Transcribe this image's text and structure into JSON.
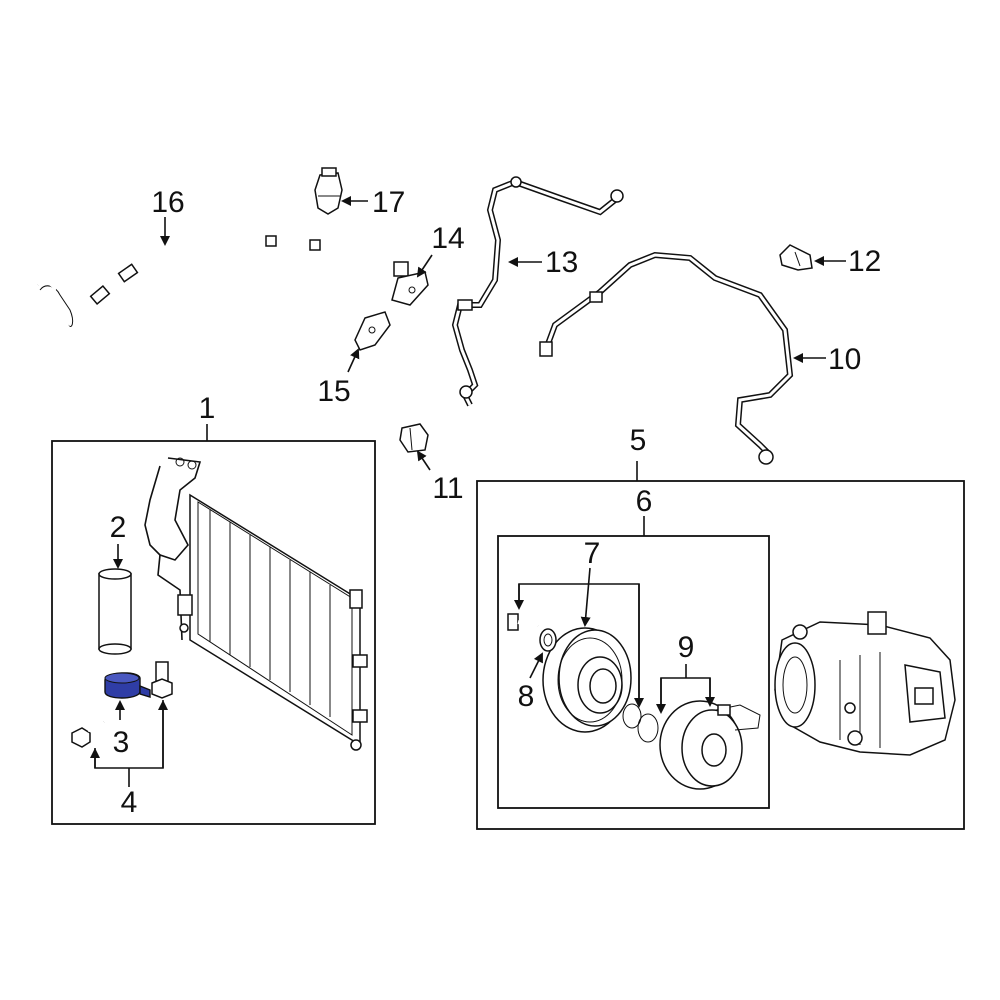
{
  "diagram": {
    "callouts": [
      {
        "id": "1",
        "text": "1"
      },
      {
        "id": "2",
        "text": "2"
      },
      {
        "id": "3",
        "text": "3"
      },
      {
        "id": "4",
        "text": "4"
      },
      {
        "id": "5",
        "text": "5"
      },
      {
        "id": "6",
        "text": "6"
      },
      {
        "id": "7",
        "text": "7"
      },
      {
        "id": "8",
        "text": "8"
      },
      {
        "id": "9",
        "text": "9"
      },
      {
        "id": "10",
        "text": "10"
      },
      {
        "id": "11",
        "text": "11"
      },
      {
        "id": "12",
        "text": "12"
      },
      {
        "id": "13",
        "text": "13"
      },
      {
        "id": "14",
        "text": "14"
      },
      {
        "id": "15",
        "text": "15"
      },
      {
        "id": "16",
        "text": "16"
      },
      {
        "id": "17",
        "text": "17"
      }
    ],
    "highlighted_part": "3",
    "highlight_color": "#2f3da6"
  }
}
